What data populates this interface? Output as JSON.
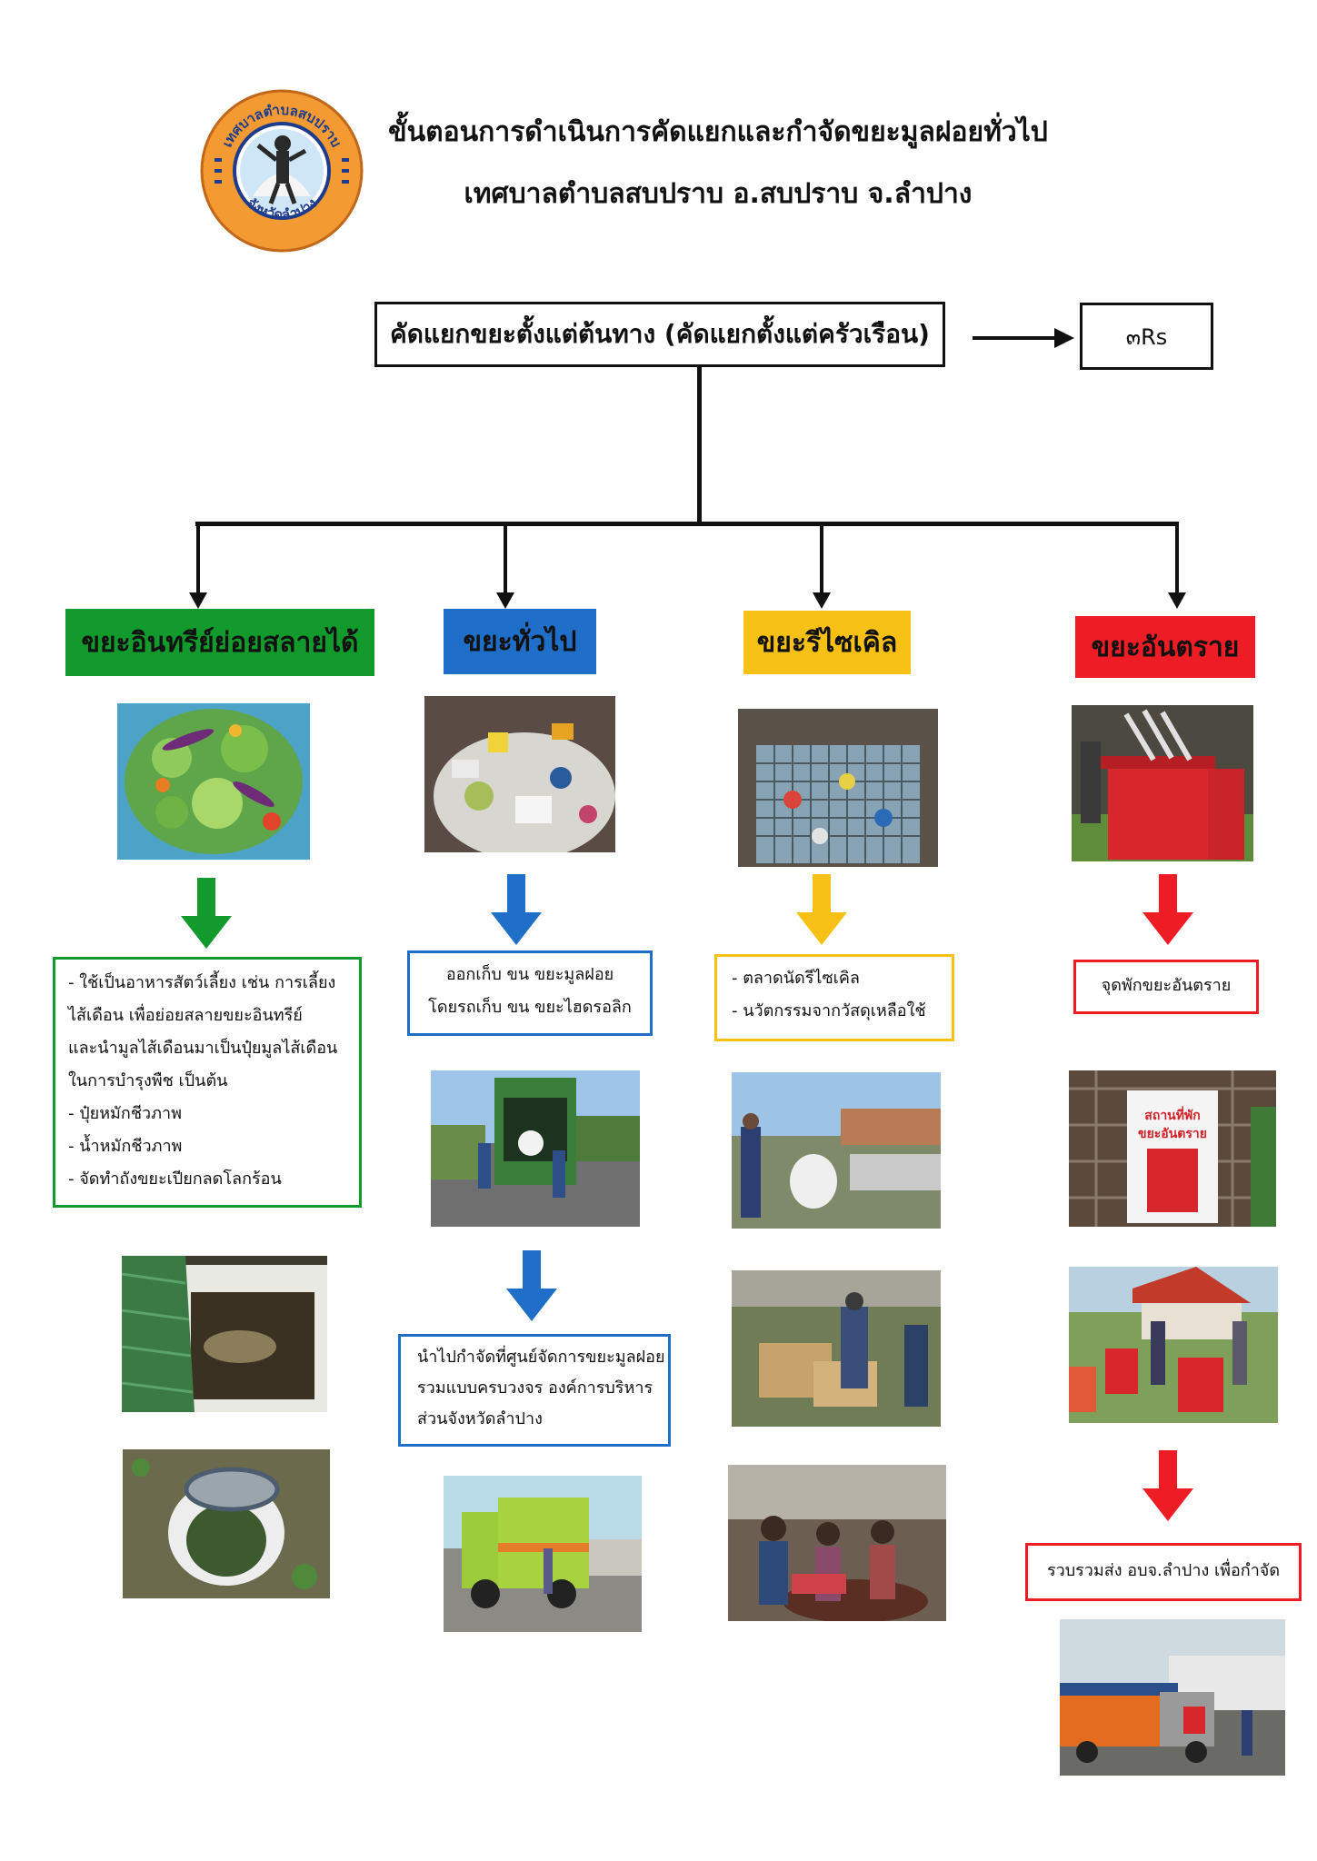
{
  "header": {
    "title_line1": "ขั้นตอนการดำเนินการคัดแยกและกำจัดขยะมูลฝอยทั่วไป",
    "title_line2": "เทศบาลตำบลสบปราบ อ.สบปราบ จ.ลำปาง"
  },
  "logo": {
    "icon": "municipal-seal-icon",
    "ring_text_top": "เทศบาลตำบลสบปราบ",
    "ring_text_bottom": "จังหวัดลำปาง"
  },
  "top_box": {
    "label": "คัดแยกขยะตั้งแต่ต้นทาง (คัดแยกตั้งแต่ครัวเรือน)"
  },
  "side_box": {
    "label": "๓Rs"
  },
  "categories": [
    {
      "label": "ขยะอินทรีย์ย่อยสลายได้",
      "color": "#139a2d",
      "text_color": "#111111",
      "info_lines": [
        "- ใช้เป็นอาหารสัตว์เลี้ยง เช่น การเลี้ยง",
        "ไส้เดือน เพื่อย่อยสลายขยะอินทรีย์",
        "และนำมูลไส้เดือนมาเป็นปุ๋ยมูลไส้เดือน",
        "ในการบำรุงพืช เป็นต้น",
        "- ปุ๋ยหมักชีวภาพ",
        "- น้ำหมักชีวภาพ",
        "- จัดทำถังขยะเปียกลดโลกร้อน"
      ]
    },
    {
      "label": "ขยะทั่วไป",
      "color": "#1f6fc8",
      "text_color": "#111111",
      "info_lines": [
        "ออกเก็บ ขน ขยะมูลฝอย",
        "โดยรถเก็บ ขน ขยะไฮดรอลิก"
      ],
      "info2_lines": [
        "นำไปกำจัดที่ศูนย์จัดการขยะมูลฝอย",
        "รวมแบบครบวงจร องค์การบริหาร",
        "ส่วนจังหวัดลำปาง"
      ]
    },
    {
      "label": "ขยะรีไซเคิล",
      "color": "#f6c015",
      "text_color": "#111111",
      "info_lines": [
        "- ตลาดนัดรีไซเคิล",
        "- นวัตกรรมจากวัสดุเหลือใช้"
      ]
    },
    {
      "label": "ขยะอันตราย",
      "color": "#ee1c25",
      "text_color": "#111111",
      "info_lines": [
        "จุดพักขยะอันตราย"
      ],
      "info2_lines": [
        "รวบรวมส่ง อบจ.ลำปาง เพื่อกำจัด"
      ],
      "sign_line1": "สถานที่พัก",
      "sign_line2": "ขยะอันตราย"
    }
  ]
}
